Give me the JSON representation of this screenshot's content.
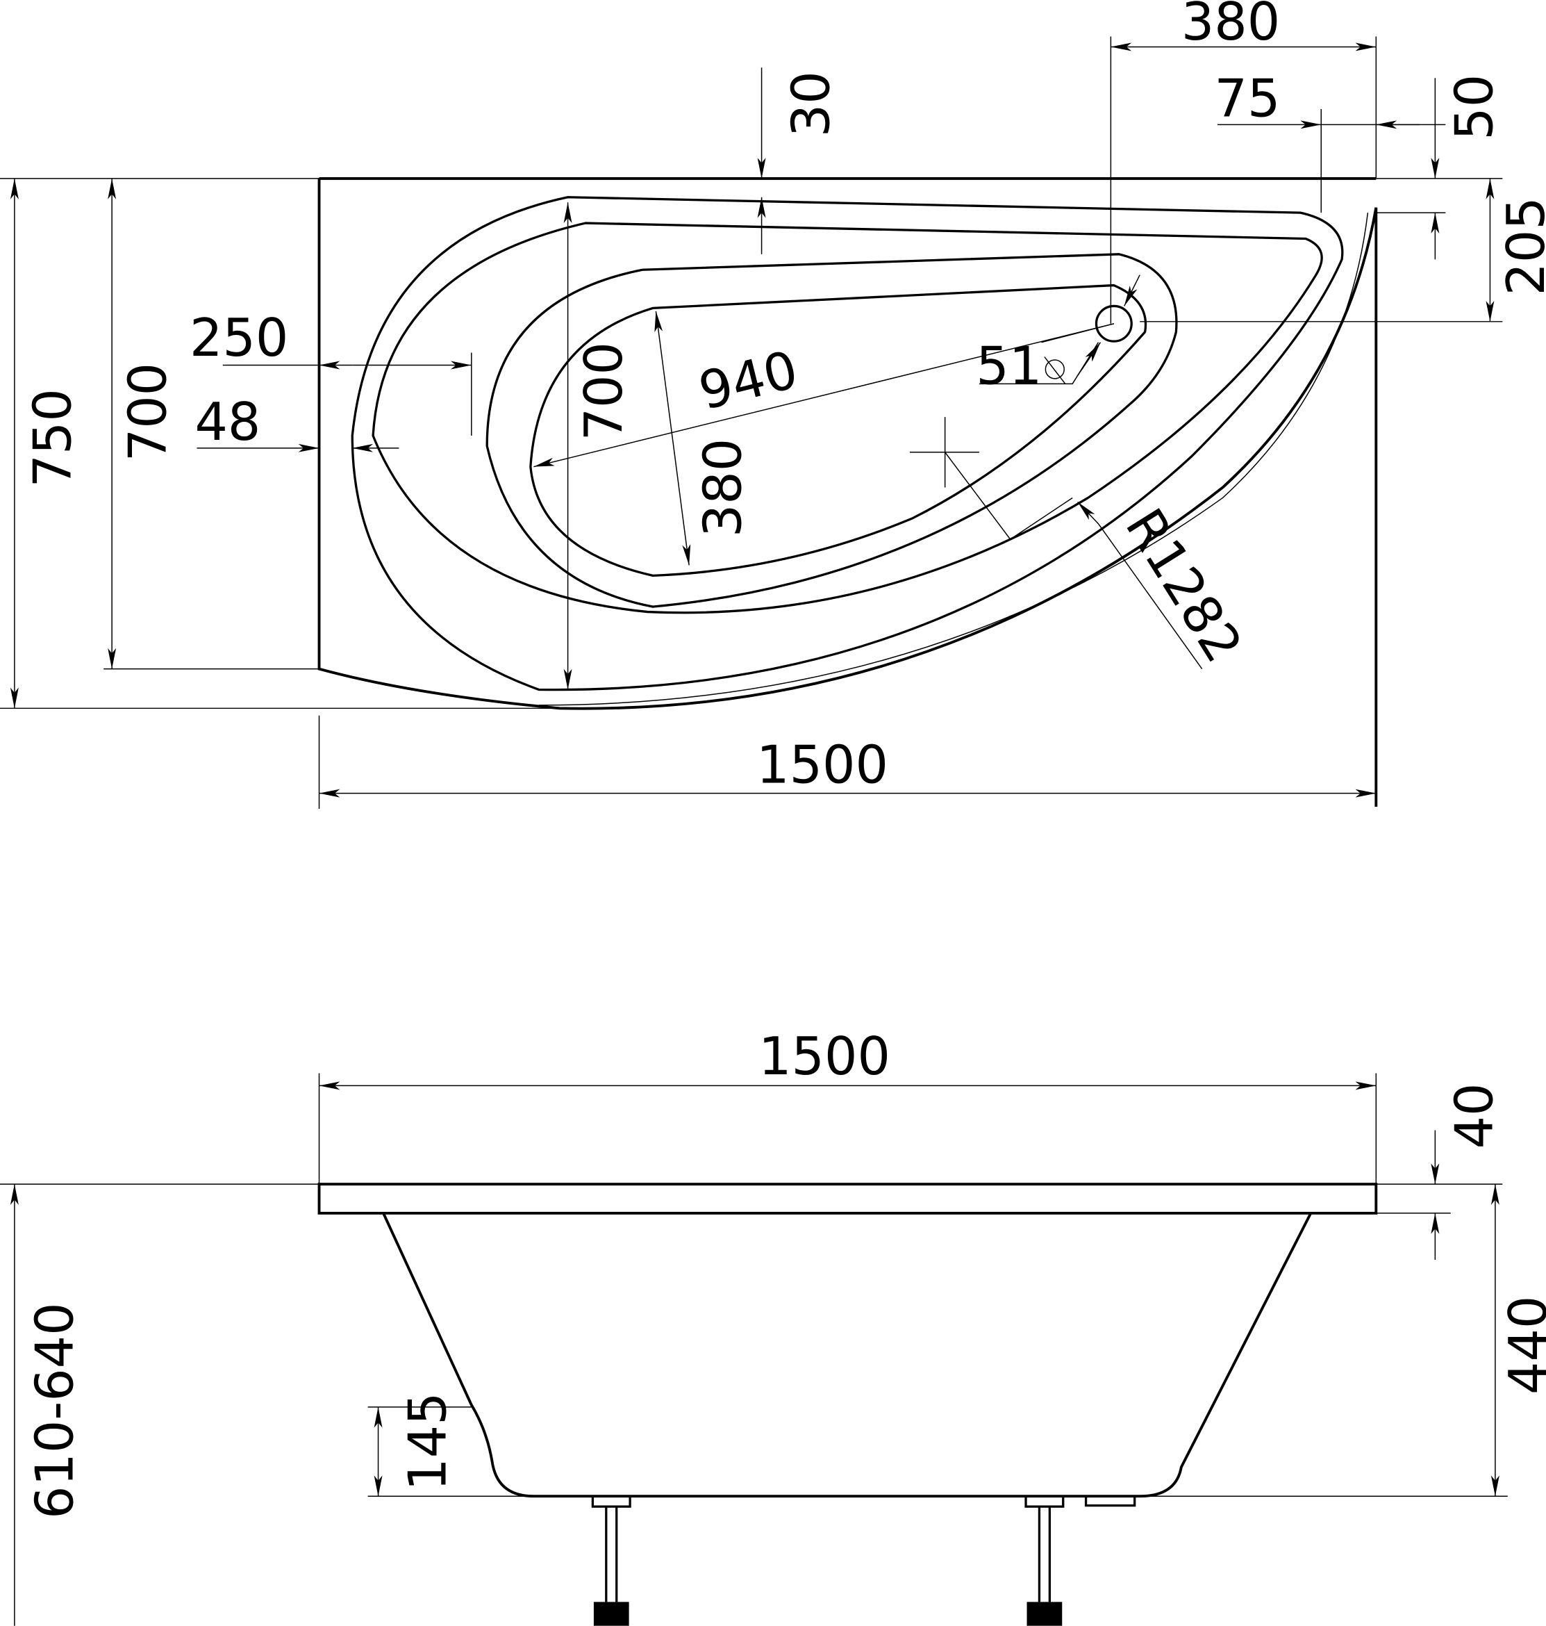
{
  "drawing": {
    "top_view": {
      "overall_width": "1500",
      "overall_depth": "750",
      "inner_depth_left": "700",
      "drain_offset_horizontal": "380",
      "drain_offset_small": "75",
      "corner_offset": "50",
      "rim_offset_top": "30",
      "drain_offset_vertical": "205",
      "left_offset": "250",
      "rim_width": "48",
      "basin_depth": "700",
      "basin_length": "940",
      "drain_diameter": "51",
      "basin_width": "380",
      "radius": "R1282"
    },
    "side_view": {
      "overall_width": "1500",
      "rim_thickness": "40",
      "basin_height": "440",
      "total_height": "610-640",
      "curve_height": "145"
    }
  }
}
